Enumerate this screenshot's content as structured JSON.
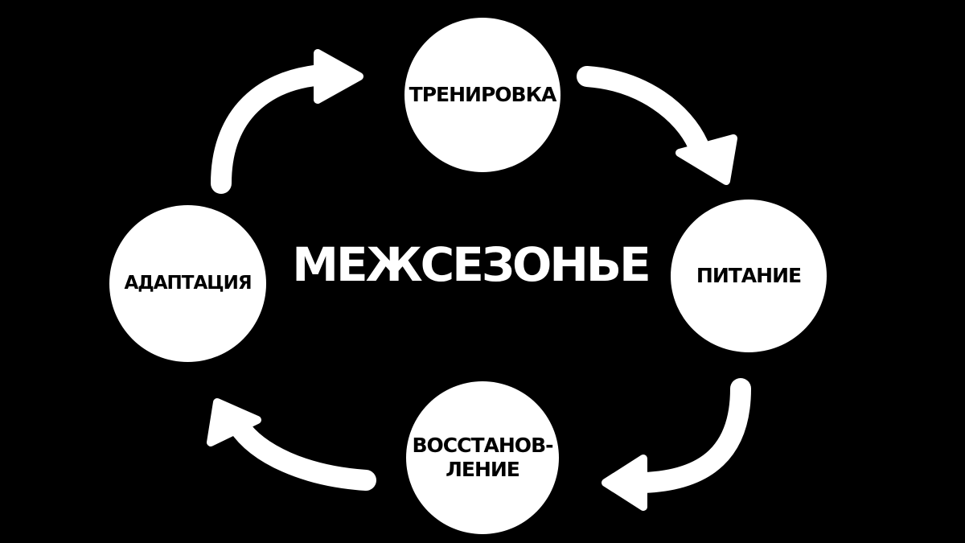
{
  "title": "МЕЖСЕЗОНЬЕ",
  "nodes": {
    "training": "ТРЕНИРОВКА",
    "nutrition": "ПИТАНИЕ",
    "recovery_line1": "ВОССТАНОВ-",
    "recovery_line2": "ЛЕНИЕ",
    "adaptation": "АДАПТАЦИЯ"
  },
  "colors": {
    "background": "#000000",
    "foreground": "#ffffff",
    "node_text": "#000000"
  },
  "icons": [
    "arrow-icon",
    "arrow-icon",
    "arrow-icon",
    "arrow-icon"
  ]
}
